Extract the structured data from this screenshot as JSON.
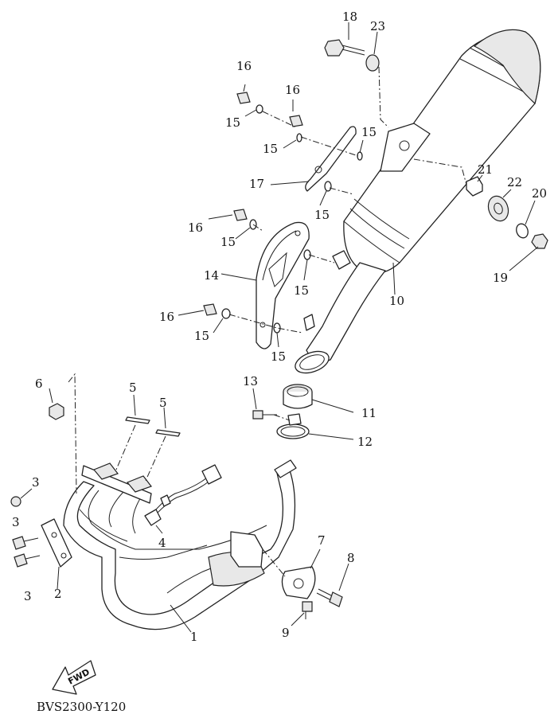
{
  "diagram_code": "BVS2300-Y120",
  "fwd_label": "FWD",
  "callouts": {
    "c1": "1",
    "c2": "2",
    "c3a": "3",
    "c3b": "3",
    "c3c": "3",
    "c4": "4",
    "c5a": "5",
    "c5b": "5",
    "c6": "6",
    "c7": "7",
    "c8": "8",
    "c9": "9",
    "c10": "10",
    "c11": "11",
    "c12": "12",
    "c13": "13",
    "c14": "14",
    "c15a": "15",
    "c15b": "15",
    "c15c": "15",
    "c15d": "15",
    "c15e": "15",
    "c15f": "15",
    "c15g": "15",
    "c15h": "15",
    "c16a": "16",
    "c16b": "16",
    "c16c": "16",
    "c16d": "16",
    "c17": "17",
    "c18": "18",
    "c19": "19",
    "c20": "20",
    "c21": "21",
    "c22": "22",
    "c23": "23"
  }
}
